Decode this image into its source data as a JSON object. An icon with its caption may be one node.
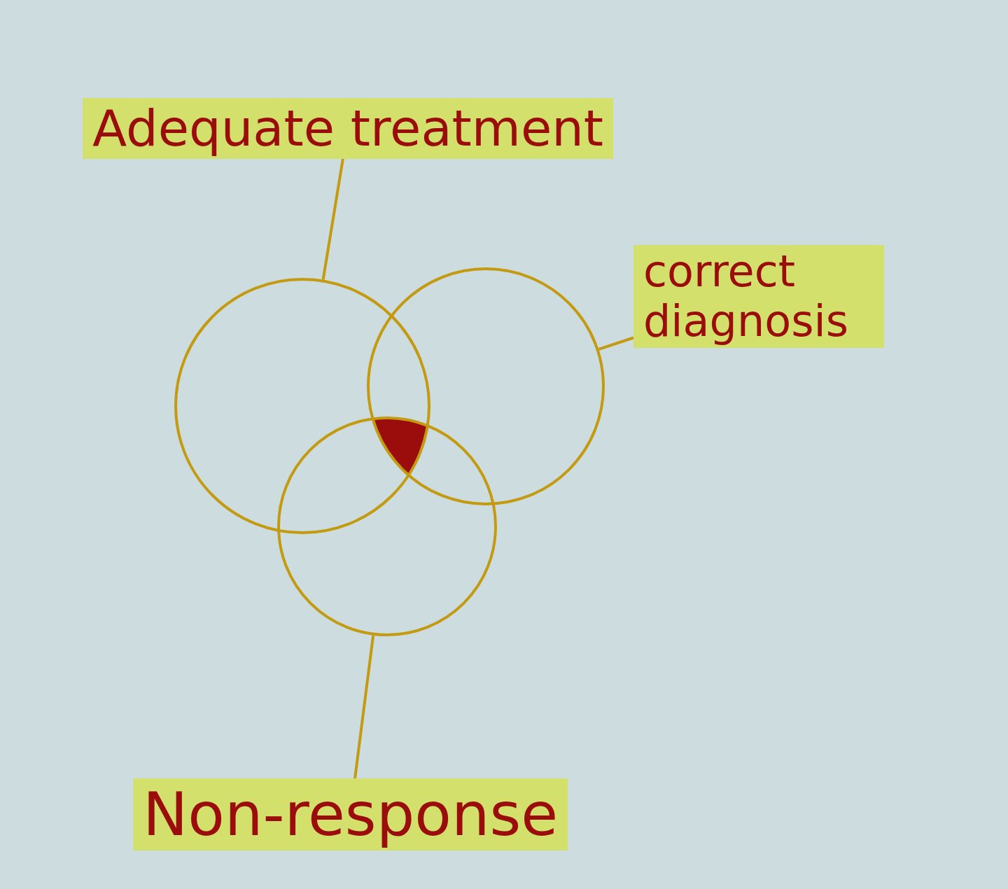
{
  "diagram": {
    "nodes": [
      {
        "text": [
          "Adequate treatment"
        ]
      },
      {
        "text": [],
        "shape": "circle"
      },
      {
        "text": [
          "correct diagnosis"
        ]
      },
      {
        "text": [],
        "shape": "circle"
      },
      {
        "text": [],
        "shape": "circle"
      },
      {
        "text": [
          "Non-response"
        ]
      }
    ],
    "edges": [
      {
        "from": 0,
        "to": 1,
        "arrow": "none"
      },
      {
        "from": 2,
        "to": 3,
        "arrow": "none"
      },
      {
        "from": 5,
        "to": 4,
        "arrow": "none"
      }
    ]
  }
}
